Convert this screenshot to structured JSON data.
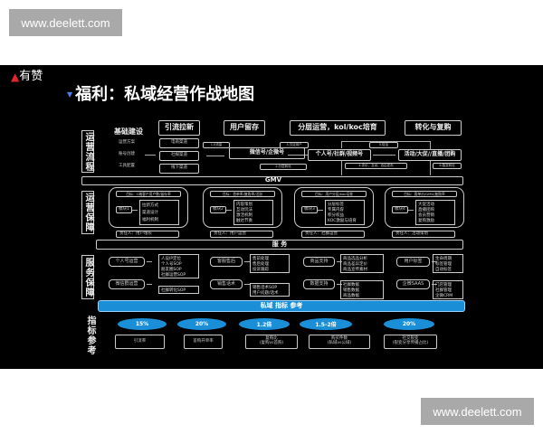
{
  "watermark": "www.deelett.com",
  "logo": {
    "text": "有赞",
    "color": "#e0262c"
  },
  "title": "福利：私域经营作战地图",
  "row_labels": [
    "运营流程",
    "运营保障",
    "服务保障",
    "指标参考"
  ],
  "base": {
    "title": "基础建设",
    "items": [
      "运营方案",
      "账号创建",
      "工具配置"
    ]
  },
  "stages": [
    "引流拉新",
    "用户留存",
    "分层运营，kol/koc培育",
    "转化与复购"
  ],
  "channels": [
    "电商渠道",
    "社媒渠道",
    "线下渠道"
  ],
  "steps": [
    "1.0流量",
    "2.分层转化",
    "3.沉淀用户",
    "5.促活",
    "4.评价、互动、自由发布",
    "6.裂变转化"
  ],
  "flow_nodes": [
    "微信号/企微号",
    "个人号/社群/视频号",
    "活动/大促//直播/团购"
  ],
  "gmv": "GMV",
  "guarantee": [
    {
      "goal": "目标：C端客户用户数/留存率",
      "module": "模块1",
      "items": [
        "拉新方式",
        "渠道设计",
        "福利机制"
      ],
      "owner": "责任人：用户增长"
    },
    {
      "goal": "目标：首单率/复购率/活跃",
      "module": "模块2",
      "items": [
        "内容策划",
        "互动玩法",
        "激活机制",
        "触达节奏"
      ],
      "owner": "责任人：用户运营"
    },
    {
      "goal": "目标：用户分层/koc培育",
      "module": "模块3",
      "items": [
        "分层标签",
        "专属内容",
        "积分权益",
        "KOC激励与培育"
      ],
      "owner": "责任人：社群运营"
    },
    {
      "goal": "目标：客单价/GMV/复购率",
      "module": "模块4",
      "items": [
        "大促活动",
        "直播团购",
        "会员营销",
        "复购激励"
      ],
      "owner": "责任人：活动策划"
    }
  ],
  "service_bar": "服 务",
  "service": [
    {
      "a": "个人号运营",
      "a_items": [
        "人设IP定位",
        "个人号SOP",
        "朋友圈SOP",
        "社群运营SOP"
      ],
      "b": "微信群运营",
      "b_items": [
        "社群转化SOP"
      ]
    },
    {
      "a": "客服售后",
      "a_items": [
        "售前处理",
        "售后处理",
        "投诉跟踪"
      ],
      "b": "销售话术",
      "b_items": [
        "销售话术SOP",
        "用户问题/话术"
      ]
    },
    {
      "a": "商品支持",
      "a_items": [
        "商品选品分析",
        "商品差异定价",
        "商品宣传素材"
      ],
      "b": "数据支持",
      "b_items": [
        "社群数据",
        "销售数据",
        "商品数据"
      ]
    },
    {
      "a": "用户标签",
      "a_items": [
        "生命周期",
        "标签管理",
        "自动标签"
      ],
      "b": "企微SAAS",
      "b_items": [
        "门店管理",
        "社群管理",
        "企微CRM"
      ]
    }
  ],
  "metrics_bar": "私域 指标 参考",
  "metrics": [
    {
      "value": "15%",
      "label": "引流率"
    },
    {
      "value": "20%",
      "label": "首购开单率"
    },
    {
      "value": "1.2倍",
      "label": "复购比\n(复购vs首购)"
    },
    {
      "value": "1.5-2倍",
      "label": "购买件数\n(私域vs公域)"
    },
    {
      "value": "20%",
      "label": "社交裂变\n(裂变分享传播占比)"
    }
  ],
  "colors": {
    "accent": "#1a8fd8",
    "background": "#000000"
  }
}
